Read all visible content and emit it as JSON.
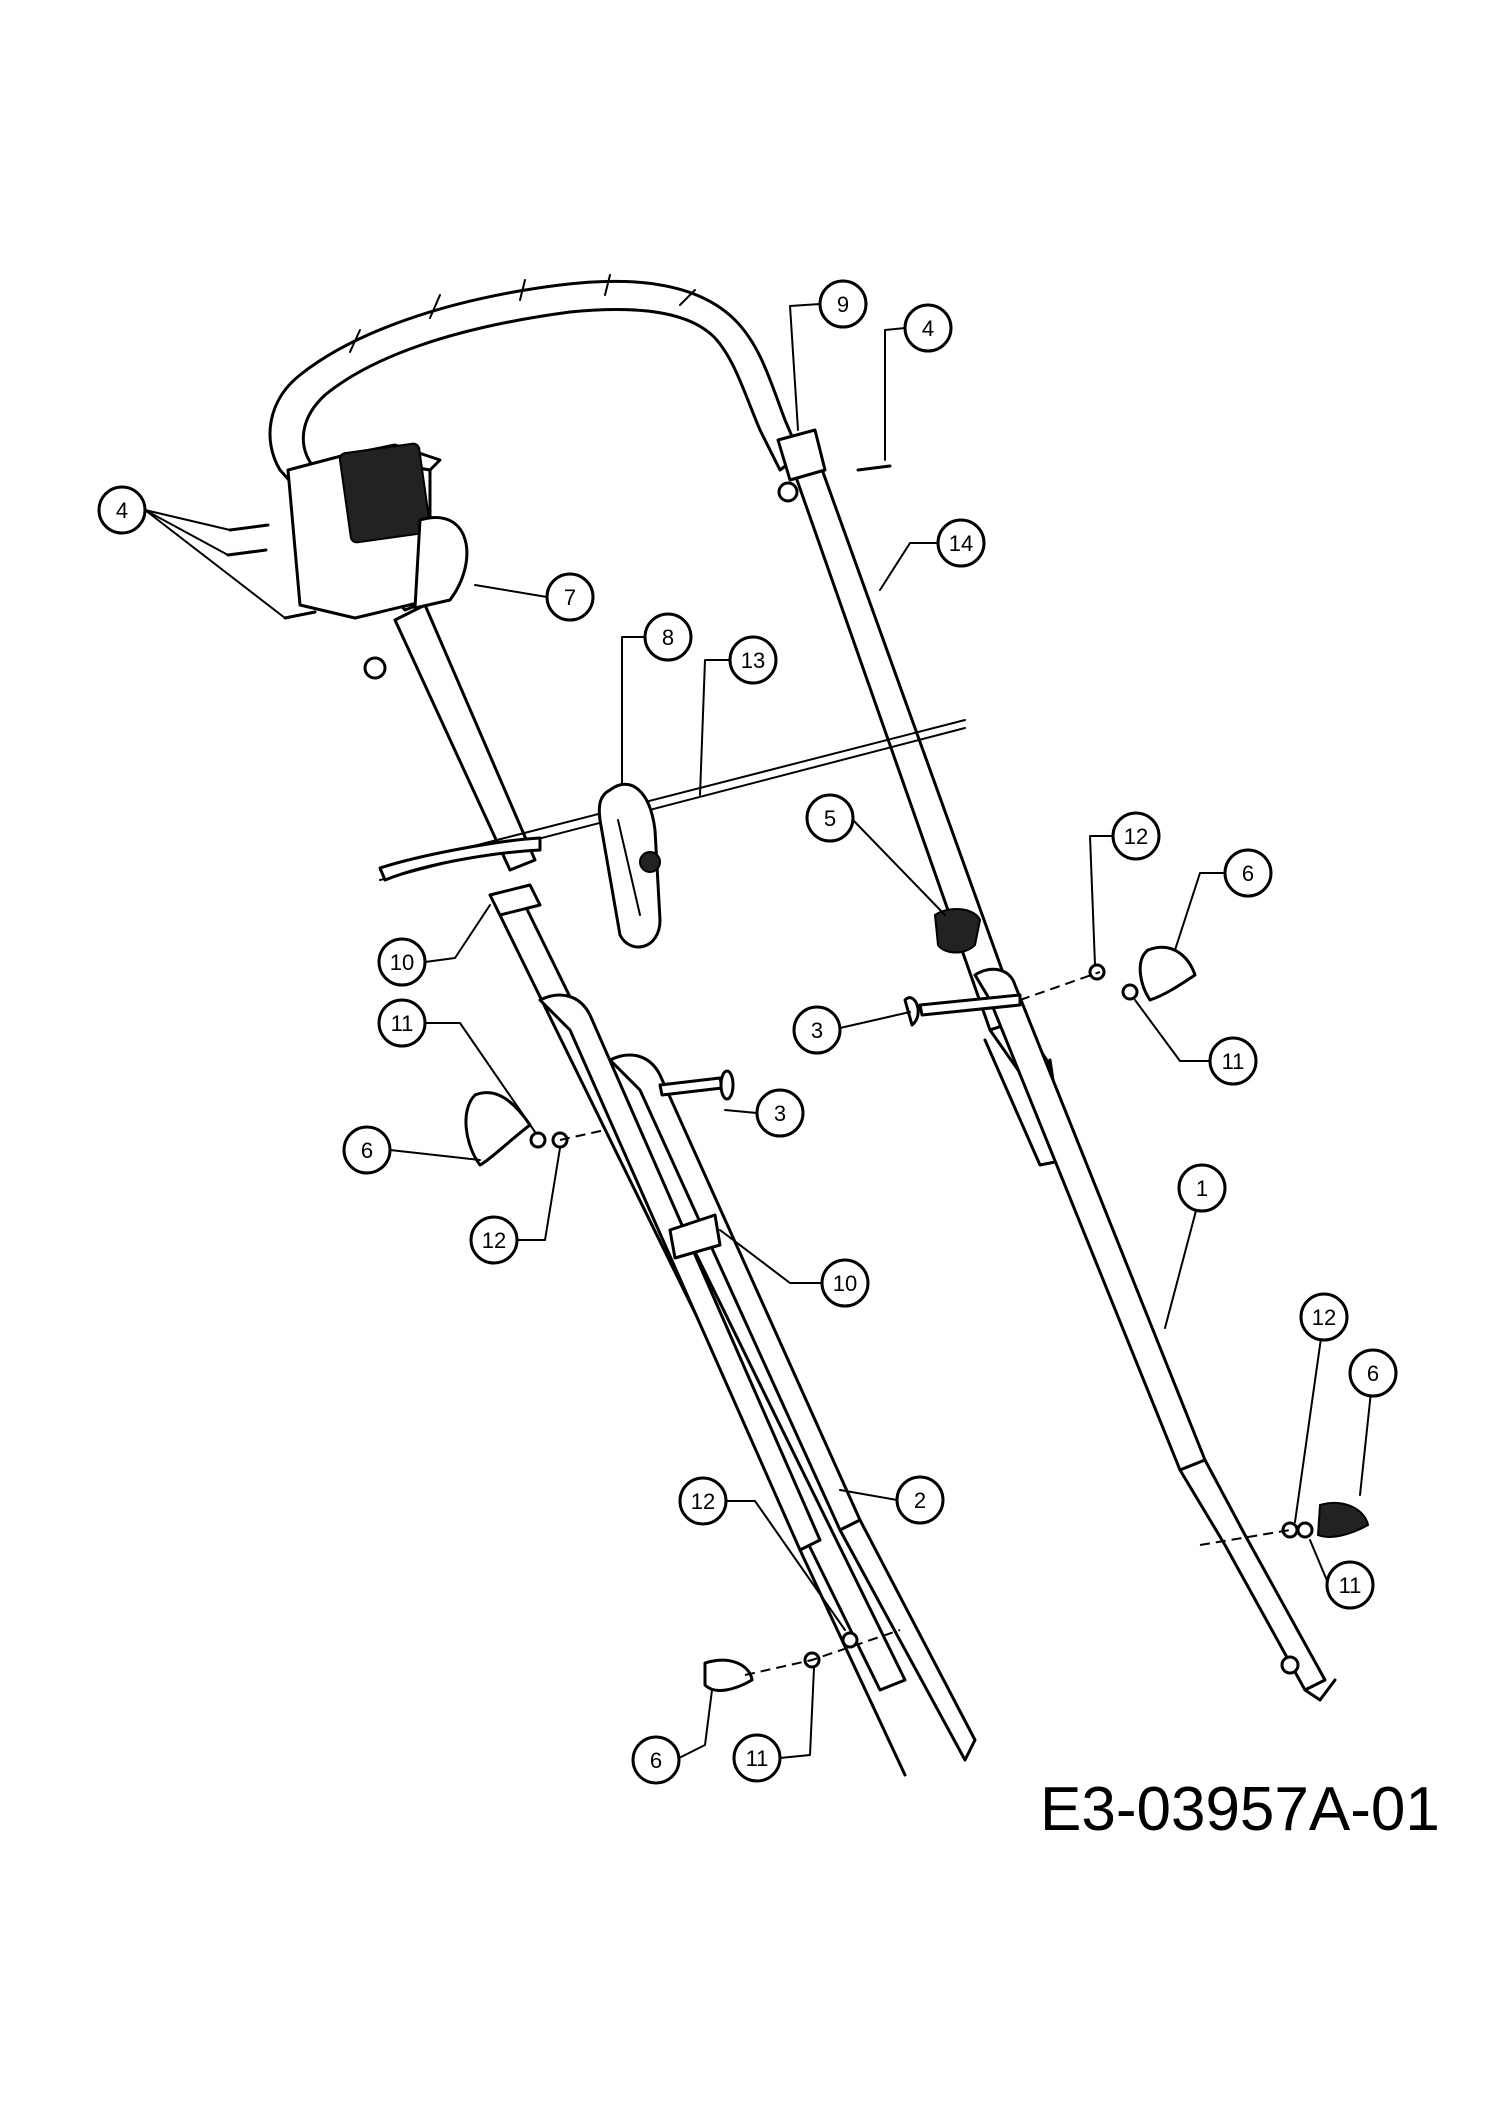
{
  "drawing_code": "E3-03957A-01",
  "callouts": [
    {
      "label": "1"
    },
    {
      "label": "2"
    },
    {
      "label": "3"
    },
    {
      "label": "3"
    },
    {
      "label": "4"
    },
    {
      "label": "4"
    },
    {
      "label": "5"
    },
    {
      "label": "6"
    },
    {
      "label": "6"
    },
    {
      "label": "6"
    },
    {
      "label": "6"
    },
    {
      "label": "7"
    },
    {
      "label": "8"
    },
    {
      "label": "9"
    },
    {
      "label": "10"
    },
    {
      "label": "10"
    },
    {
      "label": "11"
    },
    {
      "label": "11"
    },
    {
      "label": "11"
    },
    {
      "label": "11"
    },
    {
      "label": "12"
    },
    {
      "label": "12"
    },
    {
      "label": "12"
    },
    {
      "label": "12"
    },
    {
      "label": "13"
    },
    {
      "label": "14"
    }
  ]
}
